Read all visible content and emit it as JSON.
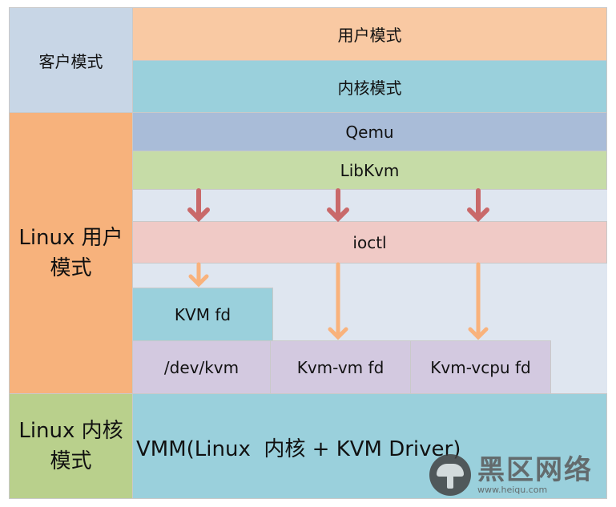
{
  "guest": {
    "label": "客户模式",
    "user_mode": "用户模式",
    "kernel_mode": "内核模式"
  },
  "linux_user": {
    "label_line1": "Linux 用户",
    "label_line2": "模式",
    "qemu": "Qemu",
    "libkvm": "LibKvm",
    "ioctl": "ioctl",
    "kvm_fd": "KVM fd",
    "dev_kvm": "/dev/kvm",
    "kvm_vm_fd": "Kvm-vm fd",
    "kvm_vcpu_fd": "Kvm-vcpu fd"
  },
  "linux_kernel": {
    "label_line1": "Linux 内核",
    "label_line2": "模式",
    "vmm": "VMM(Linux  内核 + KVM Driver)"
  },
  "watermark": {
    "cn": "黑区网络",
    "url": "www.heiqu.com"
  },
  "colors": {
    "guest_label": "#c8d6e6",
    "user_mode": "#f9c9a3",
    "kernel_mode": "#9ad0dc",
    "linux_user_label": "#f7b27c",
    "qemu": "#a9bcd8",
    "libkvm": "#c6dca7",
    "ioctl": "#f0cac6",
    "kvm_fd": "#9ad0dc",
    "fd_boxes": "#d3c9e0",
    "region_bg": "#dfe6f0",
    "linux_kernel_label": "#b9d08c",
    "vmm": "#9ad0dc",
    "arrow_dark": "#c9696a",
    "arrow_light": "#f9b27c"
  }
}
